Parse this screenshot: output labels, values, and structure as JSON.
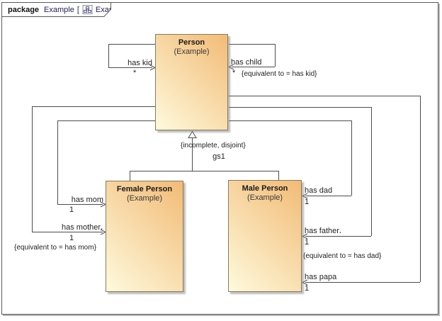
{
  "frame": {
    "kind_label": "package",
    "package_name": "Example",
    "bracket_open": "[",
    "diagram_name": "Example",
    "bracket_close": "]"
  },
  "classes": {
    "person": {
      "name": "Person",
      "stereotype": "(Example)"
    },
    "female": {
      "name": "Female Person",
      "stereotype": "(Example)"
    },
    "male": {
      "name": "Male Person",
      "stereotype": "(Example)"
    }
  },
  "associations": {
    "has_kid": {
      "label": "has kid",
      "multiplicity": "*"
    },
    "has_child": {
      "label": "has child",
      "multiplicity": "*",
      "constraint": "{equivalent to = has kid}"
    },
    "has_mom": {
      "label": "has mom",
      "multiplicity": "1"
    },
    "has_mother": {
      "label": "has mother",
      "end_dot": ".",
      "multiplicity": "1",
      "constraint": "{equivalent to = has mom}"
    },
    "has_dad": {
      "label": "has dad",
      "multiplicity": "1"
    },
    "has_father": {
      "label": "has father",
      "end_dot": ".",
      "multiplicity": "1",
      "constraint": "{equivalent to = has dad}"
    },
    "has_papa": {
      "label": "has papa",
      "multiplicity": "1"
    }
  },
  "generalization": {
    "constraint": "{incomplete, disjoint}",
    "set_name": "gs1"
  },
  "colors": {
    "line": "#4d4d4d",
    "frame_border": "#5a5a5a",
    "box_border": "#8a7a5c",
    "box_gradient_start": "#f2bb76",
    "box_gradient_end": "#fefadd",
    "label_dot": "#b23a2a"
  }
}
